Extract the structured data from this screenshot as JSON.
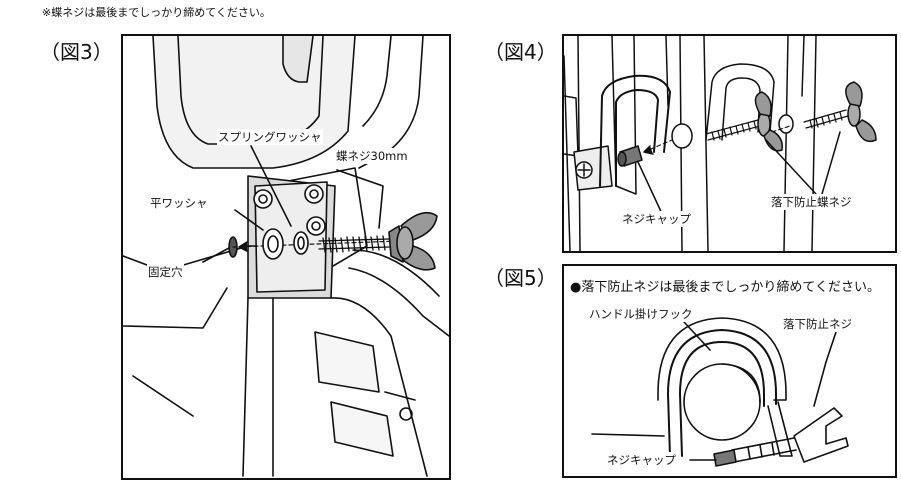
{
  "note": "※蝶ネジは最後までしっかり締めてください。",
  "fig3": {
    "label": "（図3）",
    "callouts": {
      "spring_washer": "スプリングワッシャ",
      "wing_screw_30": "蝶ネジ30mm",
      "flat_washer": "平ワッシャ",
      "fixing_hole": "固定穴"
    }
  },
  "fig4": {
    "label": "（図4）",
    "callouts": {
      "screw_cap": "ネジキャップ",
      "fall_prevention_wing_screw": "落下防止蝶ネジ"
    }
  },
  "fig5": {
    "label": "（図5）",
    "note": "●落下防止ネジは最後までしっかり締めてください。",
    "callouts": {
      "handle_hook": "ハンドル掛けフック",
      "fall_prevention_screw": "落下防止ネジ",
      "screw_cap": "ネジキャップ"
    }
  }
}
